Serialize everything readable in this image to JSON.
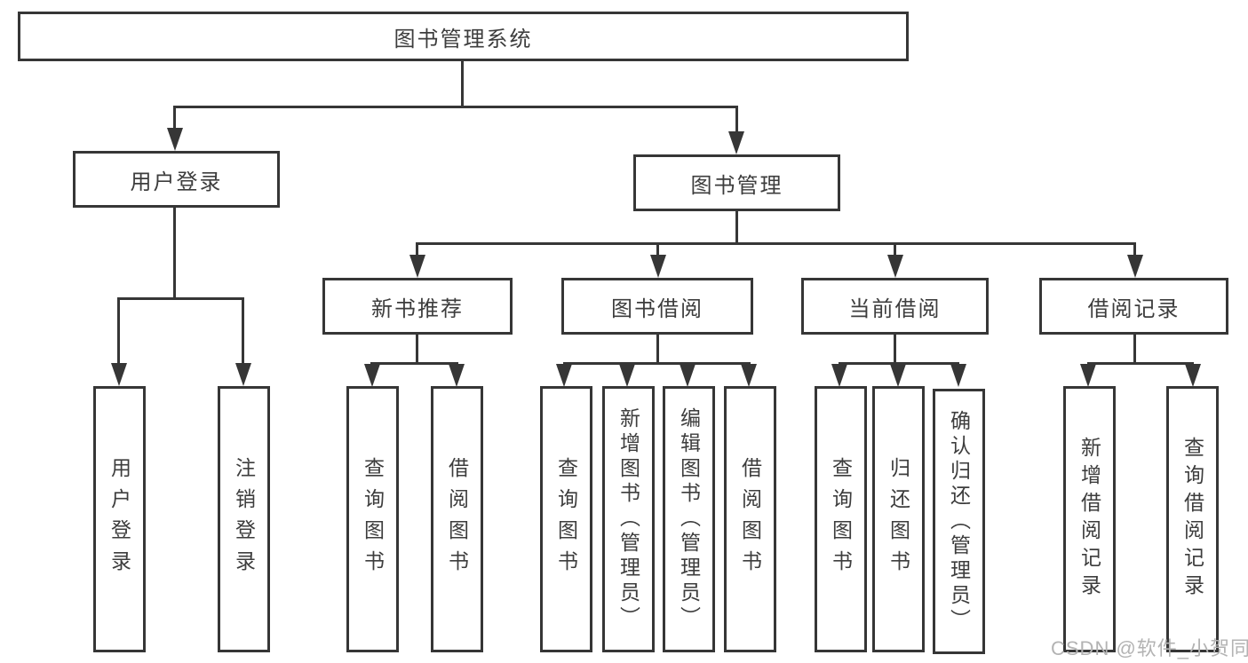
{
  "tree": {
    "root": "图书管理系统",
    "branches": [
      {
        "label": "用户登录",
        "children": [
          "用户登录",
          "注销登录"
        ]
      },
      {
        "label": "图书管理",
        "sections": [
          {
            "label": "新书推荐",
            "children": [
              "查询图书",
              "借阅图书"
            ]
          },
          {
            "label": "图书借阅",
            "children": [
              "查询图书",
              "新增图书（管理员）",
              "编辑图书（管理员）",
              "借阅图书"
            ]
          },
          {
            "label": "当前借阅",
            "children": [
              "查询图书",
              "归还图书",
              "确认归还（管理员）"
            ]
          },
          {
            "label": "借阅记录",
            "children": [
              "新增借阅记录",
              "查询借阅记录"
            ]
          }
        ]
      }
    ]
  },
  "watermark": "CSDN @软件_小贺同学",
  "colors": {
    "line": "#363636",
    "text": "#3d3d3d",
    "watermark": "#b3b3b3",
    "background": "#ffffff"
  }
}
